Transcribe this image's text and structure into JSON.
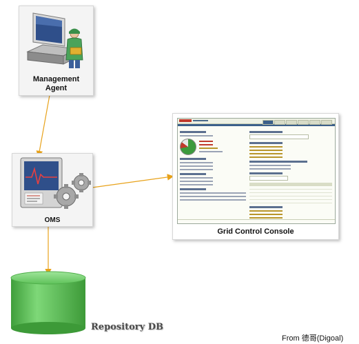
{
  "nodes": {
    "agent": {
      "label_line1": "Management",
      "label_line2": "Agent"
    },
    "oms": {
      "label": "OMS"
    },
    "console": {
      "label": "Grid Control Console"
    },
    "repository": {
      "label": "Repository DB"
    }
  },
  "credit": "From 德哥(Digoal)",
  "colors": {
    "arrow": "#e8a21a",
    "db_green": "#5fc25a",
    "monitor_blue": "#2f4f8a"
  }
}
